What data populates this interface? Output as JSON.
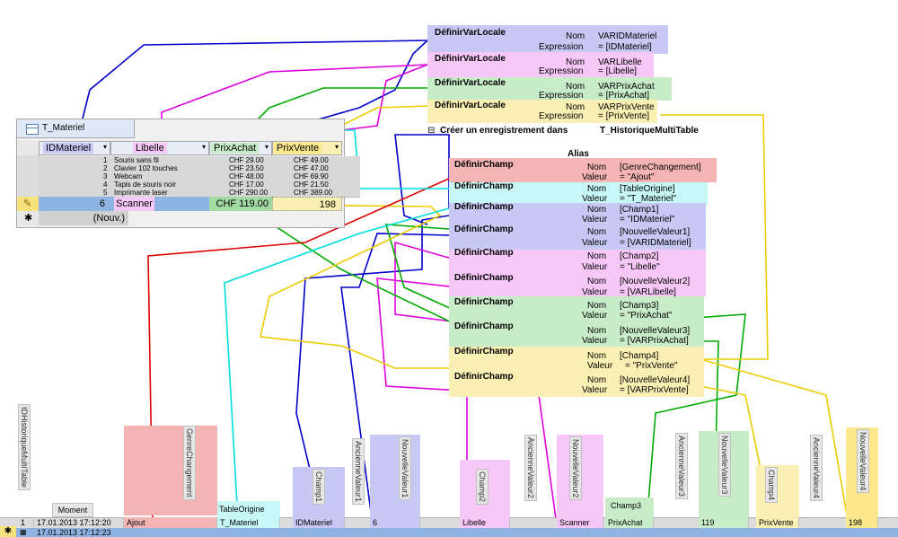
{
  "table_window": {
    "title": "T_Materiel",
    "columns": [
      "IDMateriel",
      "Libelle",
      "PrixAchat",
      "PrixVente"
    ],
    "rows_small": [
      {
        "id": "1",
        "lib": "Souris sans fil",
        "achat": "CHF 29.00",
        "vente": "CHF 49.00"
      },
      {
        "id": "2",
        "lib": "Clavier 102 touches",
        "achat": "CHF 23.50",
        "vente": "CHF 47.00"
      },
      {
        "id": "3",
        "lib": "Webcam",
        "achat": "CHF 48.00",
        "vente": "CHF 69.90"
      },
      {
        "id": "4",
        "lib": "Tapis de souris noir",
        "achat": "CHF 17.00",
        "vente": "CHF 21.50"
      },
      {
        "id": "5",
        "lib": "Imprimante laser",
        "achat": "CHF 290.00",
        "vente": "CHF 389.00"
      }
    ],
    "current_row": {
      "id": "6",
      "lib": "Scanner",
      "achat": "CHF 119.00",
      "vente": "198"
    },
    "new_row": "(Nouv.)",
    "edit_icon": "pencil-icon",
    "new_icon": "asterisk-icon"
  },
  "macro": {
    "set_local_label": "DéfinirVarLocale",
    "set_field_label": "DéfinirChamp",
    "nom": "Nom",
    "expression": "Expression",
    "valeur": "Valeur",
    "locals": [
      {
        "name": "VARIDMateriel",
        "expr": "= [IDMateriel]"
      },
      {
        "name": "VARLibelle",
        "expr": "= [Libelle]"
      },
      {
        "name": "VARPrixAchat",
        "expr": "= [PrixAchat]"
      },
      {
        "name": "VARPrixVente",
        "expr": "= [PrixVente]"
      }
    ],
    "create_record_label": "Créer un enregistrement dans",
    "create_record_table": "T_HistoriqueMultiTable",
    "alias": "Alias",
    "fields": [
      {
        "name": "[GenreChangement]",
        "value": "= \"Ajout\""
      },
      {
        "name": "[TableOrigine]",
        "value": "= \"T_Materiel\""
      },
      {
        "name": "[Champ1]",
        "value": "= \"IDMateriel\""
      },
      {
        "name": "[NouvelleValeur1]",
        "value": "= [VARIDMateriel]"
      },
      {
        "name": "[Champ2]",
        "value": "= \"Libelle\""
      },
      {
        "name": "[NouvelleValeur2]",
        "value": "= [VARLibelle]"
      },
      {
        "name": "[Champ3]",
        "value": "= \"PrixAchat\""
      },
      {
        "name": "[NouvelleValeur3]",
        "value": "= [VARPrixAchat]"
      },
      {
        "name": "[Champ4]",
        "value": "= \"PrixVente\""
      },
      {
        "name": "[NouvelleValeur4]",
        "value": "= [VARPrixVente]"
      }
    ]
  },
  "history_grid": {
    "headers": [
      "IDHistoriqueMultiTable",
      "Moment",
      "GenreChangement",
      "TableOrigine",
      "Champ1",
      "AncienneValeur1",
      "NouvelleValeur1",
      "Champ2",
      "AncienneValeur2",
      "NouvelleValeur2",
      "Champ3",
      "AncienneValeur3",
      "NouvelleValeur3",
      "Champ4",
      "AncienneValeur4",
      "NouvelleValeur4"
    ],
    "row1": {
      "id": "1",
      "moment": "17.01.2013 17:12:20",
      "genre": "Ajout",
      "table": "T_Materiel",
      "champ1": "IDMateriel",
      "nv1": "6",
      "champ2": "Libelle",
      "nv2": "Scanner",
      "champ3": "PrixAchat",
      "nv3": "119",
      "champ4": "PrixVente",
      "nv4": "198"
    },
    "row2_moment": "17.01.2013 17:12:23"
  },
  "colors": {
    "blue": "#c8c8f5",
    "magenta": "#f7c8f7",
    "green": "#c8ecc8",
    "yellow": "#fbf0b4",
    "red": "#f5b4b4",
    "cyan": "#c8f7f7",
    "selected": "#8fb4e3"
  }
}
